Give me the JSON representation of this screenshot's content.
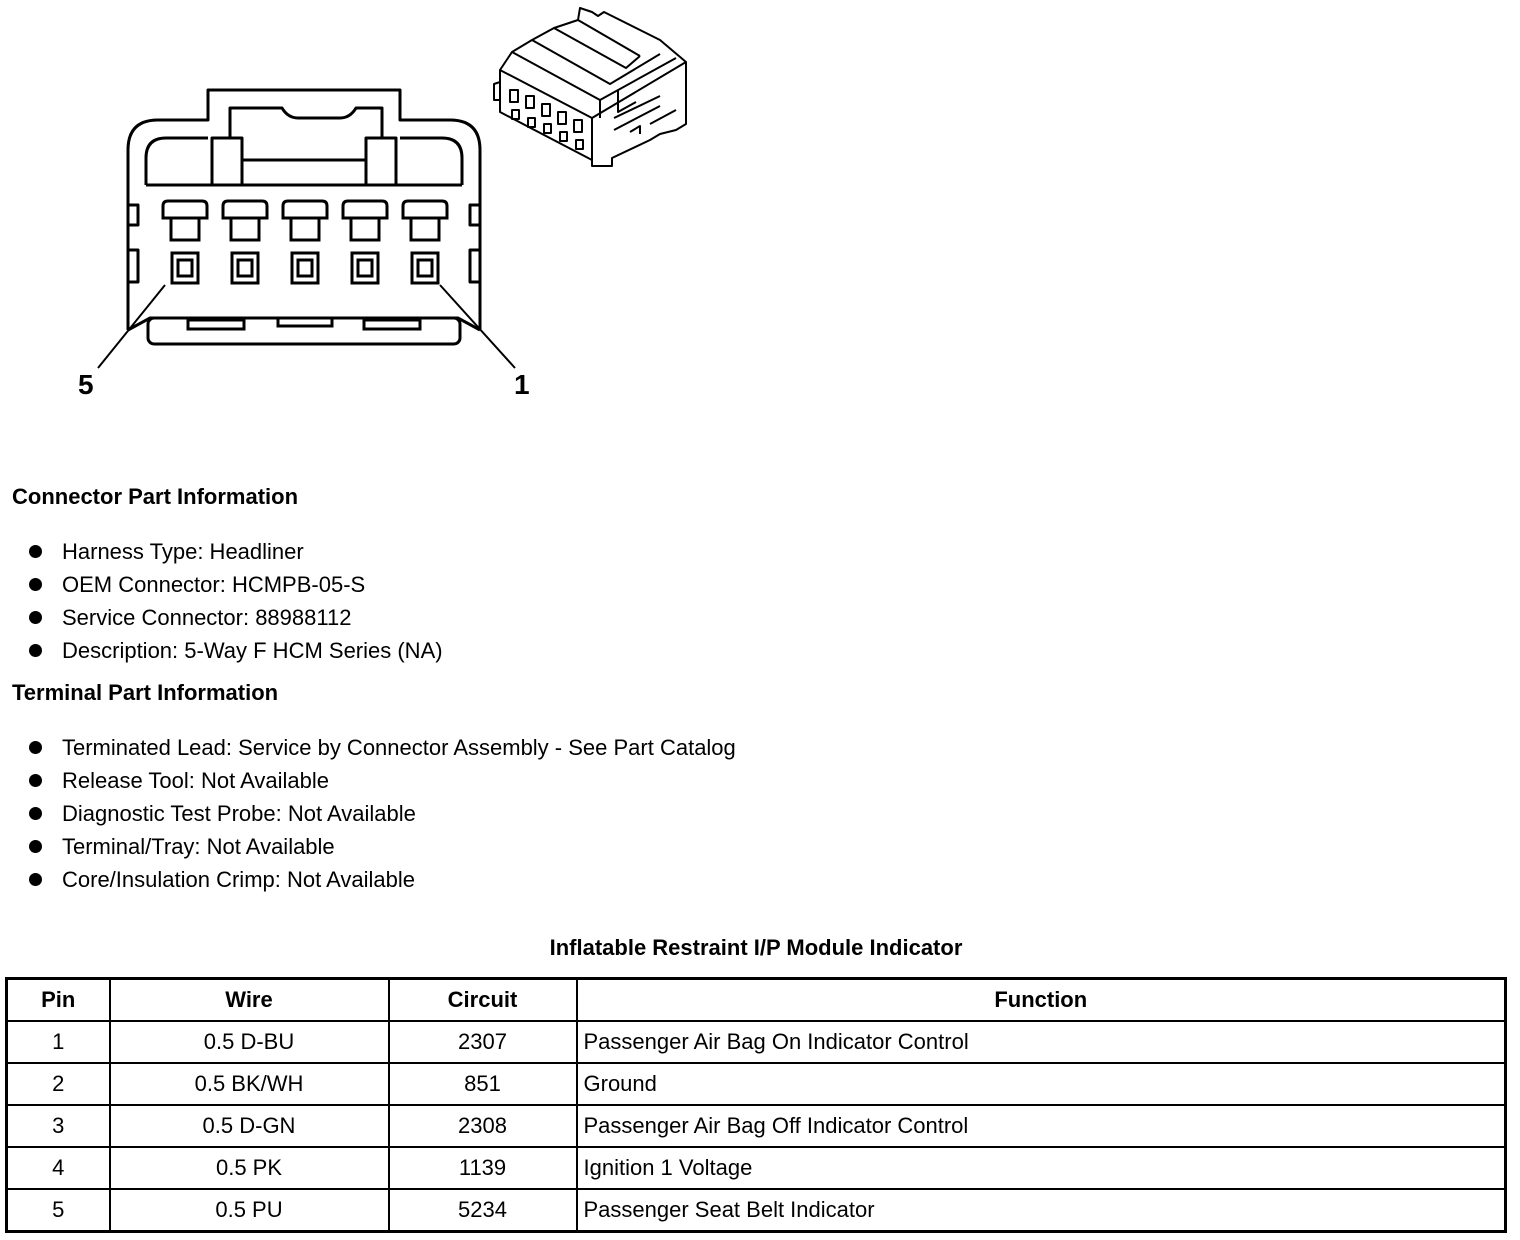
{
  "diagram": {
    "pin_labels": {
      "left": "5",
      "right": "1"
    }
  },
  "connector_info": {
    "heading": "Connector Part Information",
    "items": [
      "Harness Type: Headliner",
      "OEM Connector: HCMPB-05-S",
      "Service Connector: 88988112",
      "Description: 5-Way F HCM Series (NA)"
    ]
  },
  "terminal_info": {
    "heading": "Terminal Part Information",
    "items": [
      "Terminated Lead: Service by Connector Assembly - See Part Catalog",
      "Release Tool: Not Available",
      "Diagnostic Test Probe: Not Available",
      "Terminal/Tray: Not Available",
      "Core/Insulation Crimp: Not Available"
    ]
  },
  "pin_table": {
    "title": "Inflatable Restraint I/P Module Indicator",
    "headers": [
      "Pin",
      "Wire",
      "Circuit",
      "Function"
    ],
    "rows": [
      [
        "1",
        "0.5 D-BU",
        "2307",
        "Passenger Air Bag On Indicator Control"
      ],
      [
        "2",
        "0.5 BK/WH",
        "851",
        "Ground"
      ],
      [
        "3",
        "0.5 D-GN",
        "2308",
        "Passenger Air Bag Off Indicator Control"
      ],
      [
        "4",
        "0.5 PK",
        "1139",
        "Ignition 1 Voltage"
      ],
      [
        "5",
        "0.5 PU",
        "5234",
        "Passenger Seat Belt Indicator"
      ]
    ]
  }
}
